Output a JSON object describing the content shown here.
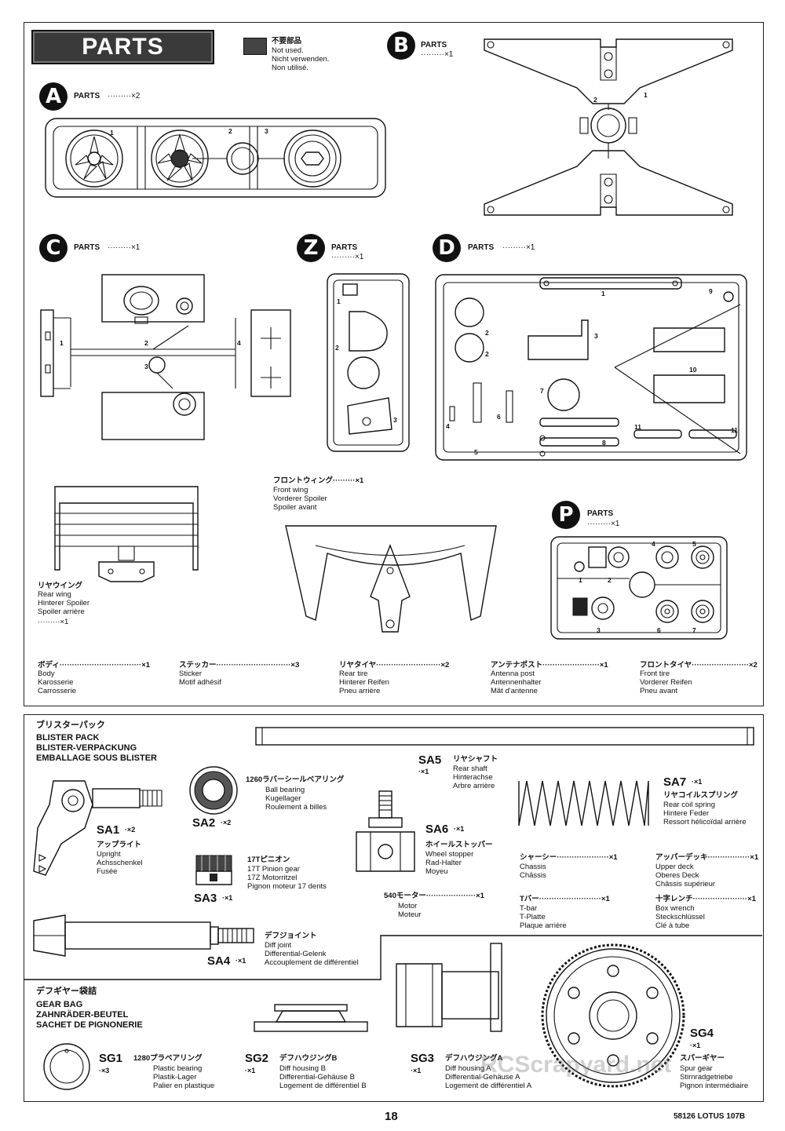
{
  "header": {
    "parts_title": "PARTS",
    "notused": [
      "不要部品",
      "Not used.",
      "Nicht verwenden.",
      "Non utilisé."
    ]
  },
  "sprues": {
    "A": {
      "letter": "A",
      "label": "PARTS",
      "qty": "·········×2"
    },
    "B": {
      "letter": "B",
      "label": "PARTS",
      "qty": "·········×1"
    },
    "C": {
      "letter": "C",
      "label": "PARTS",
      "qty": "·········×1"
    },
    "Z": {
      "letter": "Z",
      "label": "PARTS",
      "qty": "·········×1"
    },
    "D": {
      "letter": "D",
      "label": "PARTS",
      "qty": "·········×1"
    },
    "P": {
      "letter": "P",
      "label": "PARTS",
      "qty": "·········×1"
    }
  },
  "numbers": {
    "a": [
      "1",
      "2",
      "3"
    ],
    "b": [
      "1",
      "2"
    ],
    "c": [
      "1",
      "2",
      "3",
      "4"
    ],
    "z": [
      "1",
      "2",
      "3"
    ],
    "d": [
      "1",
      "2",
      "2",
      "3",
      "4",
      "5",
      "6",
      "7",
      "8",
      "9",
      "10",
      "11",
      "11"
    ],
    "p": [
      "1",
      "2",
      "3",
      "4",
      "5",
      "6",
      "7"
    ]
  },
  "front_wing": [
    "フロントウィング·········×1",
    "Front wing",
    "Vorderer Spoiler",
    "Spoiler avant"
  ],
  "rear_wing": [
    "リヤウイング",
    "Rear wing",
    "Hinterer Spoiler",
    "Spoiler arrière",
    "·········×1"
  ],
  "body_parts": [
    {
      "jp": "ボディ·································×1",
      "lines": [
        "Body",
        "Karosserie",
        "Carrosserie"
      ]
    },
    {
      "jp": "ステッカー······························×3",
      "lines": [
        "Sticker",
        "Motif adhésif"
      ]
    },
    {
      "jp": "リヤタイヤ··························×2",
      "lines": [
        "Rear tire",
        "Hinterer Reifen",
        "Pneu arrière"
      ]
    },
    {
      "jp": "アンテナポスト·······················×1",
      "lines": [
        "Antenna post",
        "Antennenhalter",
        "Mât d'antenne"
      ]
    },
    {
      "jp": "フロントタイヤ·······················×2",
      "lines": [
        "Front tire",
        "Vorderer Reifen",
        "Pneu avant"
      ]
    }
  ],
  "blister": {
    "title_jp": "ブリスターパック",
    "title": [
      "BLISTER PACK",
      "BLISTER-VERPACKUNG",
      "EMBALLAGE SOUS BLISTER"
    ],
    "sa1": {
      "code": "SA1",
      "qty": "·×2",
      "lines": [
        "アップライト",
        "Upright",
        "Achsschenkel",
        "Fusée"
      ]
    },
    "sa2": {
      "code": "SA2",
      "qty": "·×2",
      "lines": [
        "1260ラバーシールベアリング",
        "Ball bearing",
        "Kugellager",
        "Roulement à billes"
      ]
    },
    "sa3": {
      "code": "SA3",
      "qty": "·×1",
      "lines": [
        "17Tピニオン",
        "17T Pinion gear",
        "17Z Motorritzel",
        "Pignon moteur 17 dents"
      ]
    },
    "sa4": {
      "code": "SA4",
      "qty": "·×1",
      "lines": [
        "デフジョイント",
        "Diff joint",
        "Differential-Gelenk",
        "Accouplement de différentiel"
      ]
    },
    "sa5": {
      "code": "SA5",
      "qty": "·×1",
      "lines": [
        "リヤシャフト",
        "Rear shaft",
        "Hinterachse",
        "Arbre arrière"
      ]
    },
    "sa6": {
      "code": "SA6",
      "qty": "·×1",
      "lines": [
        "ホイールストッパー",
        "Wheel stopper",
        "Rad-Halter",
        "Moyeu"
      ]
    },
    "sa7": {
      "code": "SA7",
      "qty": "·×1",
      "lines": [
        "リヤコイルスプリング",
        "Rear coil spring",
        "Hintere Feder",
        "Ressort hélicoïdal arrière"
      ]
    },
    "motor": [
      "540モーター····················×1",
      "Motor",
      "Moteur"
    ],
    "chassis": [
      "シャーシー·····················×1",
      "Chassis",
      "Châssis"
    ],
    "upper_deck": [
      "アッパーデッキ·················×1",
      "Upper deck",
      "Oberes Deck",
      "Châssis supérieur"
    ],
    "tbar": [
      "Tバー·························×1",
      "T-bar",
      "T-Platte",
      "Plaque arrière"
    ],
    "wrench": [
      "十字レンチ······················×1",
      "Box wrench",
      "Steckschlüssel",
      "Clé à tube"
    ]
  },
  "gearbag": {
    "title_jp": "デフギヤー袋詰",
    "title": [
      "GEAR BAG",
      "ZAHNRÄDER-BEUTEL",
      "SACHET DE PIGNONERIE"
    ],
    "sg1": {
      "code": "SG1",
      "qty": "·×3",
      "lines": [
        "1280プラベアリング",
        "Plastic bearing",
        "Plastik-Lager",
        "Palier en plastique"
      ]
    },
    "sg2": {
      "code": "SG2",
      "qty": "·×1",
      "lines": [
        "デフハウジングB",
        "Diff housing B",
        "Differential-Gehäuse B",
        "Logement de différentiel B"
      ]
    },
    "sg3": {
      "code": "SG3",
      "qty": "·×1",
      "lines": [
        "デフハウジングA",
        "Diff housing A",
        "Differential-Gehäuse A",
        "Logement de différentiel A"
      ]
    },
    "sg4": {
      "code": "SG4",
      "qty": "·×1",
      "lines": [
        "スパーギヤー",
        "Spur gear",
        "Stirnradgetriebe",
        "Pignon intermédiaire"
      ]
    }
  },
  "footer": {
    "page": "18",
    "model": "58126 LOTUS 107B"
  },
  "watermark": "RCScrapyard.net"
}
